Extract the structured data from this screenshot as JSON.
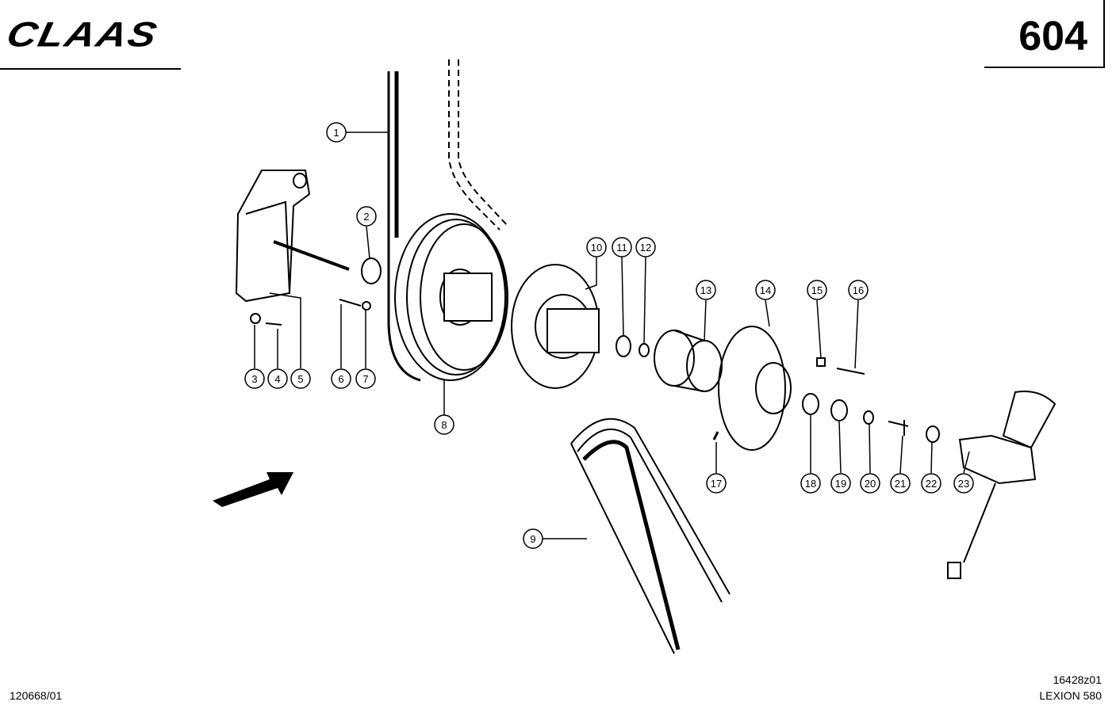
{
  "header": {
    "brand": "CLAAS",
    "page_number": "604"
  },
  "footer": {
    "document_code": "120668/01",
    "drawing_code": "16428z01",
    "model": "LEXION 580"
  },
  "callouts": [
    "1",
    "2",
    "3",
    "4",
    "5",
    "6",
    "7",
    "8",
    "9",
    "10",
    "11",
    "12",
    "13",
    "14",
    "15",
    "16",
    "17",
    "18",
    "19",
    "20",
    "21",
    "22",
    "23"
  ]
}
